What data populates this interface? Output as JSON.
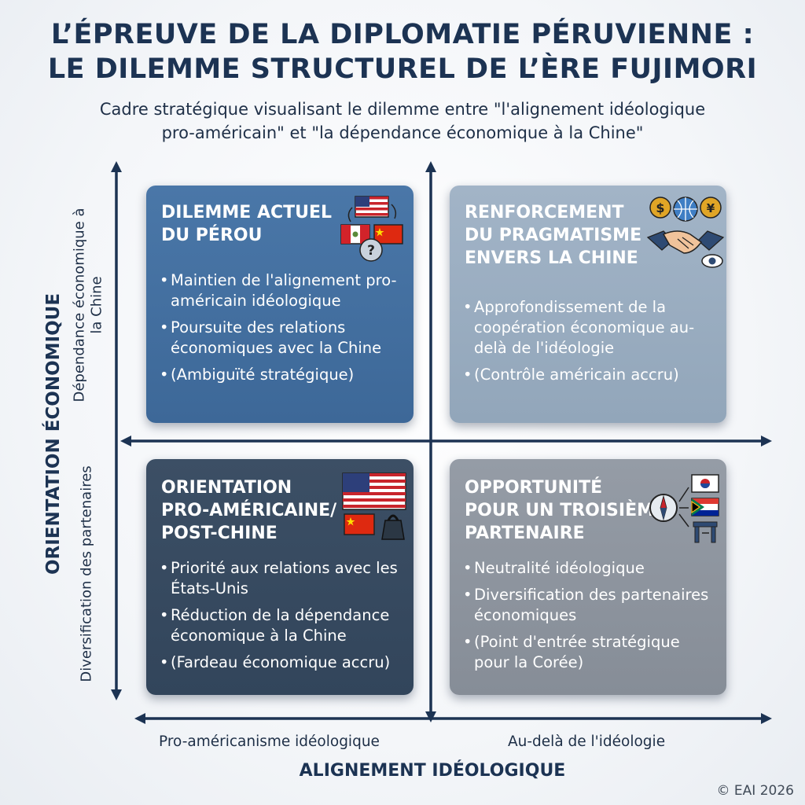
{
  "title": {
    "line1": "L’ÉPREUVE DE LA DIPLOMATIE PÉRUVIENNE :",
    "line2": "LE DILEMME STRUCTUREL DE L’ÈRE FUJIMORI"
  },
  "subtitle": {
    "line1": "Cadre stratégique visualisant le dilemme entre \"l'alignement idéologique",
    "line2": "pro-américain\" et \"la dépendance économique à la Chine\""
  },
  "axes": {
    "y_title": "ORIENTATION ÉCONOMIQUE",
    "y_top_line1": "Dépendance économique à",
    "y_top_line2": "la Chine",
    "y_bottom": "Diversification des partenaires",
    "x_title": "ALIGNEMENT IDÉOLOGIQUE",
    "x_left": "Pro-américanisme idéologique",
    "x_right": "Au-delà de l'idéologie"
  },
  "quadrants": [
    {
      "title_lines": [
        "DILEMME ACTUEL",
        "DU PÉROU"
      ],
      "bullets": [
        "Maintien de l'alignement pro-américain idéologique",
        "Poursuite des relations économiques avec la Chine",
        "(Ambiguïté stratégique)"
      ],
      "icon": "us-peru-china-flags-question-icon",
      "color": "#4170a0"
    },
    {
      "title_lines": [
        "RENFORCEMENT",
        "DU PRAGMATISME",
        "ENVERS LA CHINE"
      ],
      "bullets": [
        "Approfondissement de la coopération économique au-delà de l'idéologie",
        "(Contrôle américain accru)"
      ],
      "icon": "handshake-globe-currency-icon",
      "color": "#98abbf"
    },
    {
      "title_lines": [
        "ORIENTATION",
        "PRO-AMÉRICAINE/",
        "POST-CHINE"
      ],
      "bullets": [
        "Priorité aux relations avec les États-Unis",
        "Réduction de la dépendance économique à la Chine",
        "(Fardeau économique accru)"
      ],
      "icon": "us-flag-china-flag-weight-icon",
      "color": "#364a60"
    },
    {
      "title_lines": [
        "OPPORTUNITÉ",
        "POUR UN TROISIÈME",
        "PARTENAIRE"
      ],
      "bullets": [
        "Neutralité idéologique",
        "Diversification des partenaires économiques",
        "(Point d'entrée stratégique pour la Corée)"
      ],
      "icon": "compass-korea-southafrica-flags-icon",
      "color": "#8b929c"
    }
  ],
  "copyright": "© EAI 2026"
}
